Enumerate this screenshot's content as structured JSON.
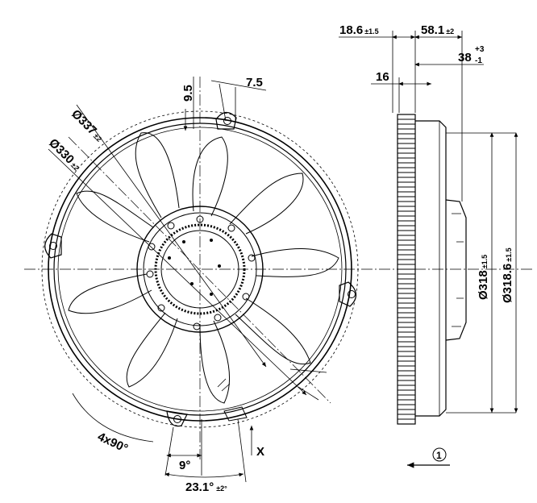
{
  "front_view": {
    "dim_outer_diameter": "Ø337",
    "dim_outer_tol": "±2",
    "dim_inner_diameter": "Ø330",
    "dim_inner_tol": "±2",
    "dim_lug_height": "9.5",
    "dim_lug_width": "7.5",
    "dim_mount_pattern": "4x90°",
    "dim_angle_small": "9°",
    "dim_angle_large": "23.1°",
    "dim_angle_large_tol": "±2°",
    "detail_marker": "X"
  },
  "side_view": {
    "dim_depth_a": "18.6",
    "dim_depth_a_tol": "±1.5",
    "dim_depth_b": "58.1",
    "dim_depth_b_tol": "±2",
    "dim_depth_c": "38",
    "dim_depth_c_tol_upper": "+3",
    "dim_depth_c_tol_lower": "-1",
    "dim_flange": "16",
    "dim_body_diameter": "Ø318",
    "dim_body_diameter_tol": "±1.5",
    "dim_total_diameter": "Ø318.6",
    "dim_total_diameter_tol": "±1.5",
    "airflow_label": "1"
  }
}
